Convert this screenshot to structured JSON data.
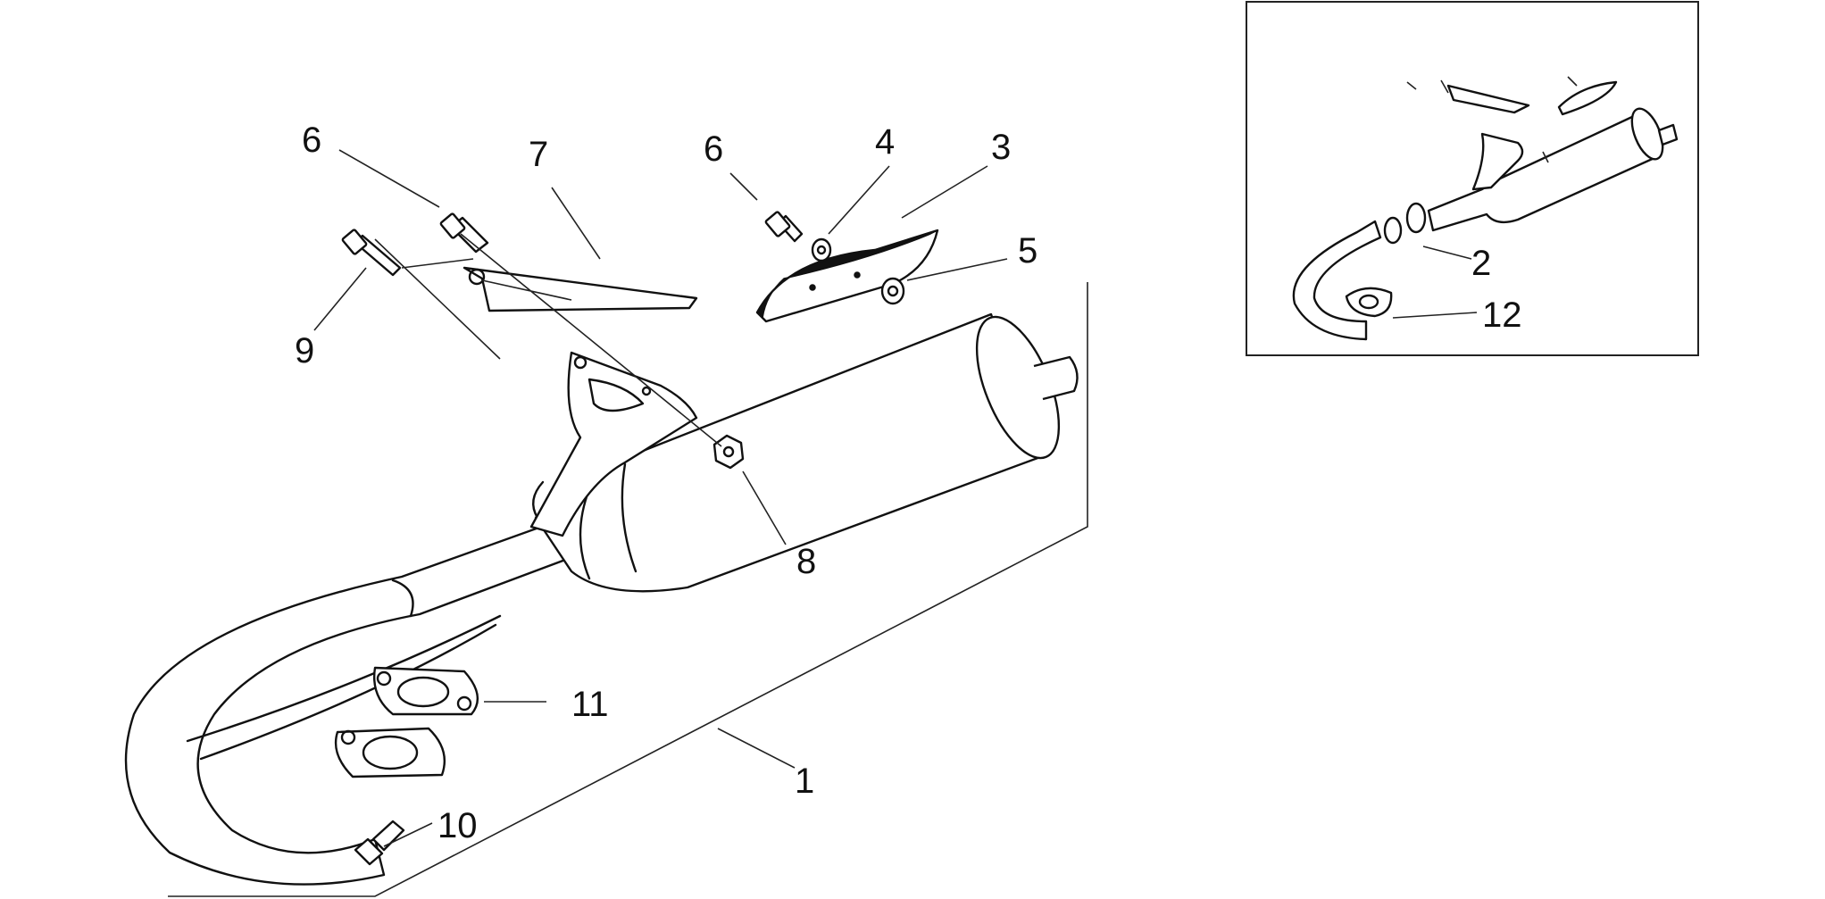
{
  "main_view": {
    "callouts": [
      {
        "id": "c1",
        "text": "1"
      },
      {
        "id": "c3",
        "text": "3"
      },
      {
        "id": "c4",
        "text": "4"
      },
      {
        "id": "c5",
        "text": "5"
      },
      {
        "id": "c6a",
        "text": "6"
      },
      {
        "id": "c6b",
        "text": "6"
      },
      {
        "id": "c7",
        "text": "7"
      },
      {
        "id": "c8",
        "text": "8"
      },
      {
        "id": "c9",
        "text": "9"
      },
      {
        "id": "c10",
        "text": "10"
      },
      {
        "id": "c11",
        "text": "11"
      }
    ]
  },
  "inset_view": {
    "callouts": [
      {
        "id": "c2",
        "text": "2"
      },
      {
        "id": "c12",
        "text": "12"
      }
    ]
  }
}
